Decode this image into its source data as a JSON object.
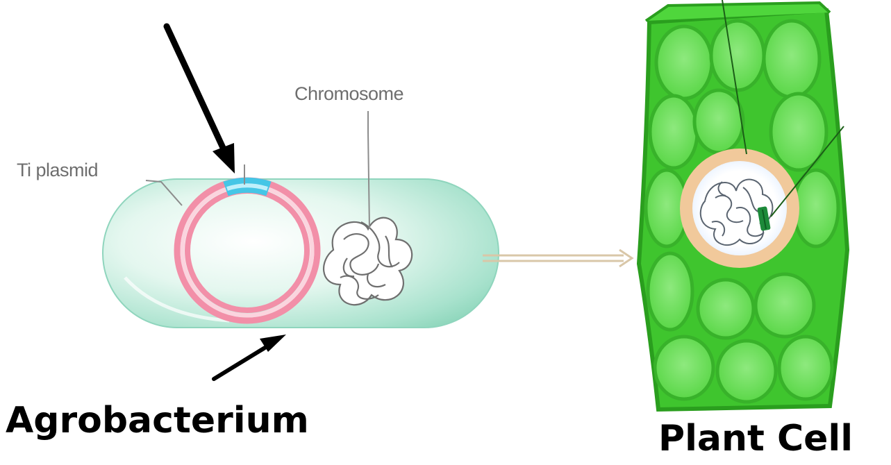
{
  "diagram": {
    "labels": {
      "chromosome": "Chromosome",
      "ti_plasmid": "Ti plasmid",
      "agrobacterium": "Agrobacterium",
      "plant_cell": "Plant Cell"
    },
    "colors": {
      "bacterium_body": "#a9e4cf",
      "plasmid_ring": "#f28fa8",
      "tdna_segment": "#45c6e6",
      "plant_cell_green": "#4fd63c",
      "plant_cell_dark": "#34b527",
      "nucleus_halo": "#f1c99b",
      "transfer_arrow": "#d9c7a8"
    }
  }
}
